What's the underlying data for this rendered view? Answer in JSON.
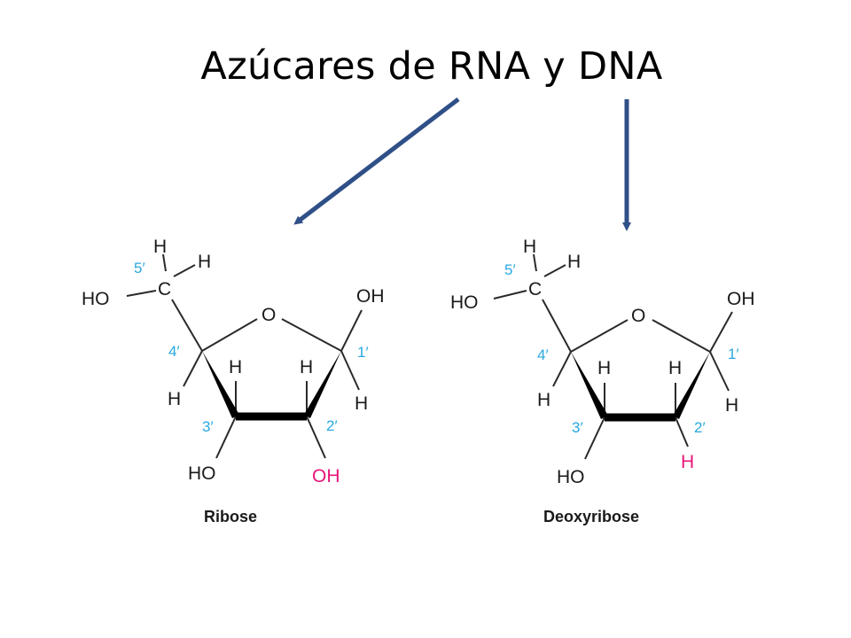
{
  "title": "Azúcares de RNA y DNA",
  "colors": {
    "arrow": "#2f4f87",
    "numbering": "#29a8e0",
    "highlight": "#e8147a"
  },
  "ribose": {
    "caption": "Ribose",
    "atoms": {
      "h_top": "H",
      "h_right": "H",
      "c5": "C",
      "ho5": "HO",
      "o_ring": "O",
      "oh1": "OH",
      "h1": "H",
      "h4": "H",
      "h3": "H",
      "h2": "H",
      "ho3": "HO",
      "oh2": "OH"
    },
    "numbers": {
      "n5": "5′",
      "n4": "4′",
      "n3": "3′",
      "n2": "2′",
      "n1": "1′"
    }
  },
  "deoxyribose": {
    "caption": "Deoxyribose",
    "atoms": {
      "h_top": "H",
      "h_right": "H",
      "c5": "C",
      "ho5": "HO",
      "o_ring": "O",
      "oh1": "OH",
      "h1": "H",
      "h4": "H",
      "h3": "H",
      "h2": "H",
      "ho3": "HO",
      "h2b": "H"
    },
    "numbers": {
      "n5": "5′",
      "n4": "4′",
      "n3": "3′",
      "n2": "2′",
      "n1": "1′"
    }
  }
}
